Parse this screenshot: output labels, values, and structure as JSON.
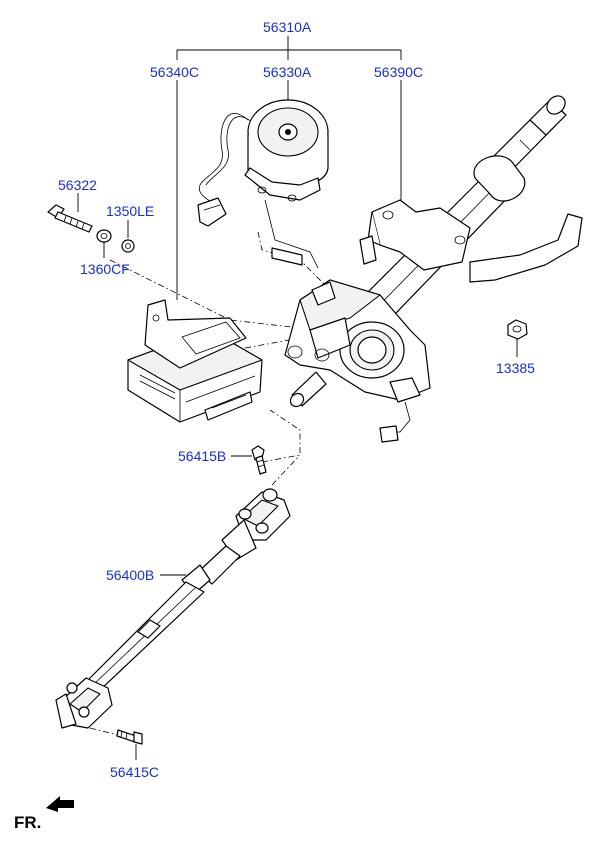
{
  "labels": {
    "assembly": "56310A",
    "ecu": "56340C",
    "motor": "56330A",
    "column": "56390C",
    "bolt": "56322",
    "washer_a": "1350LE",
    "washer_b": "1360CF",
    "nut": "13385",
    "bolt_upper": "56415B",
    "shaft": "56400B",
    "bolt_lower": "56415C",
    "direction": "FR."
  },
  "colors": {
    "label": "#1a2fd0",
    "line": "#000000"
  },
  "icons": {
    "direction": "arrow-icon"
  }
}
